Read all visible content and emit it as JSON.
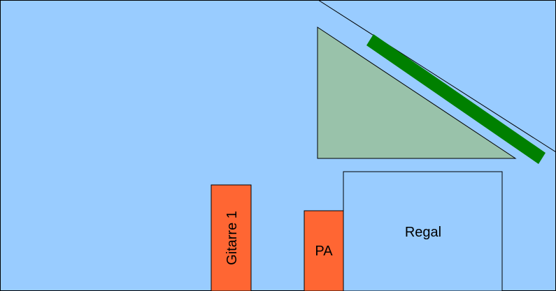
{
  "plan": {
    "items": {
      "guitar_1": {
        "label": "Gitarre 1"
      },
      "pa": {
        "label": "PA"
      },
      "shelf": {
        "label": "Regal"
      }
    }
  },
  "colors": {
    "room": "#99ccff",
    "outline": "#000000",
    "triangle": "#99c2aa",
    "bar": "#008000",
    "equipment": "#ff6633"
  }
}
